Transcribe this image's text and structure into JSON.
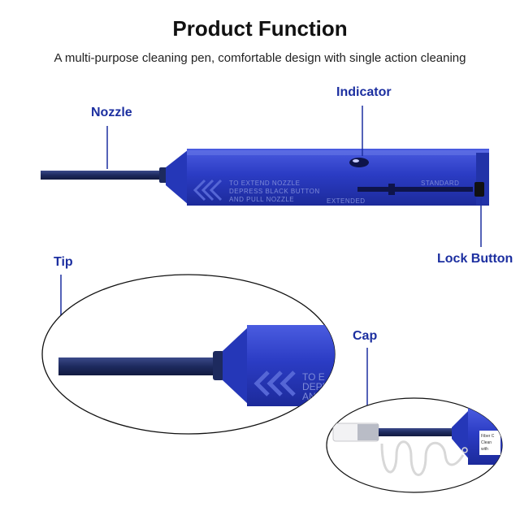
{
  "header": {
    "title": "Product Function",
    "subtitle": "A multi-purpose cleaning pen, comfortable design with single action cleaning"
  },
  "labels": {
    "nozzle": "Nozzle",
    "indicator": "Indicator",
    "lock_button": "Lock Button",
    "tip": "Tip",
    "cap": "Cap"
  },
  "pen_body_text": {
    "line1": "TO EXTEND NOZZLE",
    "line2": "DEPRESS BLACK BUTTON",
    "line3": "AND PULL NOZZLE",
    "standard": "STANDARD",
    "extended": "EXTENDED"
  },
  "tip_zoom_text": {
    "line1": "TO E",
    "line2": "DEPR",
    "line3": "AND"
  },
  "cap_zoom_text": {
    "line1": "Fiber C",
    "line2": "Clean",
    "line3": "with"
  },
  "colors": {
    "title": "#111111",
    "label": "#1c2fa0",
    "pen_body": "#2b3cc4",
    "nozzle": "#1d2a5e",
    "leader_line": "#1c2fa0"
  }
}
